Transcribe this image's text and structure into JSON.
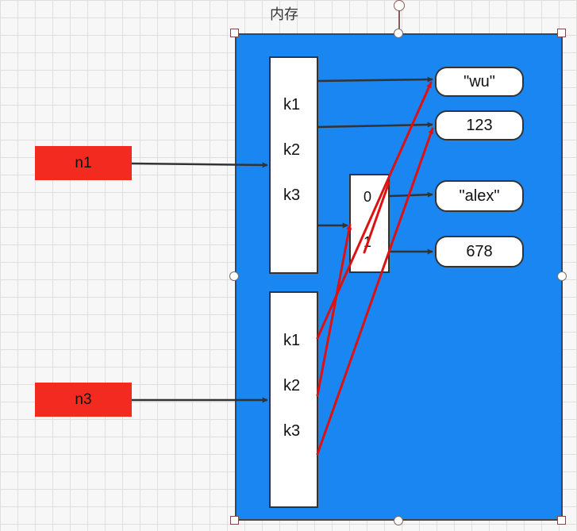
{
  "title": "内存",
  "vars": {
    "n1": "n1",
    "n3": "n3"
  },
  "dict1": {
    "keys": [
      "k1",
      "k2",
      "k3"
    ]
  },
  "dict2": {
    "keys": [
      "k1",
      "k2",
      "k3"
    ]
  },
  "list": {
    "indices": [
      "0",
      "1"
    ]
  },
  "values": {
    "wu": "\"wu\"",
    "n123": "123",
    "alex": "\"alex\"",
    "n678": "678"
  },
  "colors": {
    "memory_bg": "#1a86f2",
    "var_bg": "#f22a1f",
    "arrow_black": "#333333",
    "arrow_red": "#dd1111"
  }
}
